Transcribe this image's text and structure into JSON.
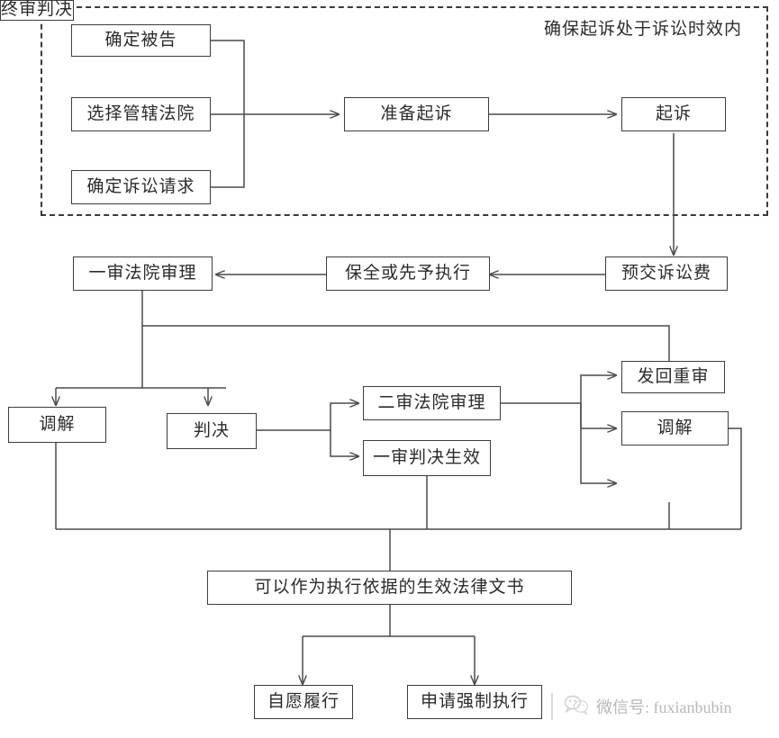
{
  "diagram": {
    "title_note": "确保起诉处于诉讼时效内",
    "nodes": {
      "determine_defendant": "确定被告",
      "choose_court": "选择管辖法院",
      "determine_claims": "确定诉讼请求",
      "prepare_lawsuit": "准备起诉",
      "file_lawsuit": "起诉",
      "prepay_fee": "预交诉讼费",
      "preservation": "保全或先予执行",
      "first_instance_trial": "一审法院审理",
      "mediation_first": "调解",
      "judgment": "判决",
      "second_instance_trial": "二审法院审理",
      "first_judgment_effective": "一审判决生效",
      "remand_for_retrial": "发回重审",
      "mediation_second": "调解",
      "final_judgment": "终审判决",
      "enforceable_document": "可以作为执行依据的生效法律文书",
      "voluntary_performance": "自愿履行",
      "apply_enforcement": "申请强制执行"
    }
  },
  "watermark": {
    "icon": "wechat-icon",
    "label": "微信号: fuxianbubin"
  },
  "colors": {
    "box_border": "#3d3d3d",
    "edge": "#4a4a4a",
    "dashed_border": "#3a3a3a",
    "text": "#2b2b2b",
    "watermark_text": "#b7b7b7"
  }
}
